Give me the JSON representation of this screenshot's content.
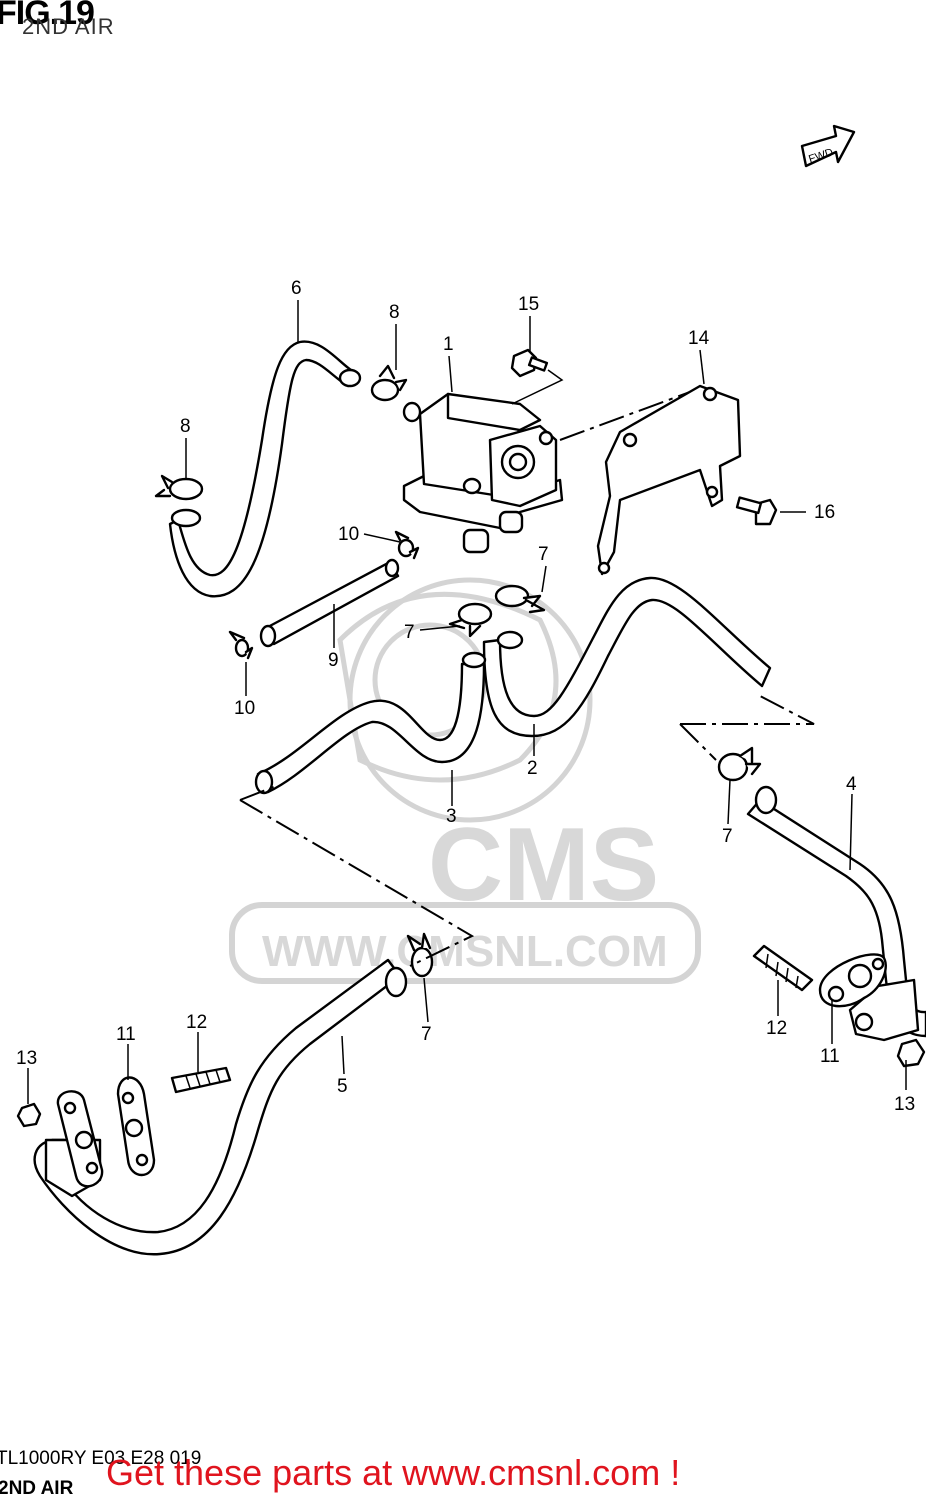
{
  "figure": {
    "title": "FIG.19",
    "subtitle": "2ND AIR"
  },
  "direction_tag": "FWD",
  "callouts": {
    "p1": "1",
    "p2": "2",
    "p3": "3",
    "p4": "4",
    "p5": "5",
    "p6": "6",
    "p7a": "7",
    "p7b": "7",
    "p7c": "7",
    "p7d": "7",
    "p8a": "8",
    "p8b": "8",
    "p9": "9",
    "p10a": "10",
    "p10b": "10",
    "p11a": "11",
    "p11b": "11",
    "p12a": "12",
    "p12b": "12",
    "p13a": "13",
    "p13b": "13",
    "p14": "14",
    "p15": "15",
    "p16": "16"
  },
  "watermark": {
    "brand": "CMS",
    "url": "WWW.CMSNL.COM"
  },
  "footer": {
    "model_code": "TL1000RY E03 E28 019",
    "section": "2ND AIR",
    "promo": "Get these parts at www.cmsnl.com !"
  },
  "colors": {
    "promo": "#e0141e",
    "watermark": "#d4d4d4",
    "line": "#000000"
  }
}
